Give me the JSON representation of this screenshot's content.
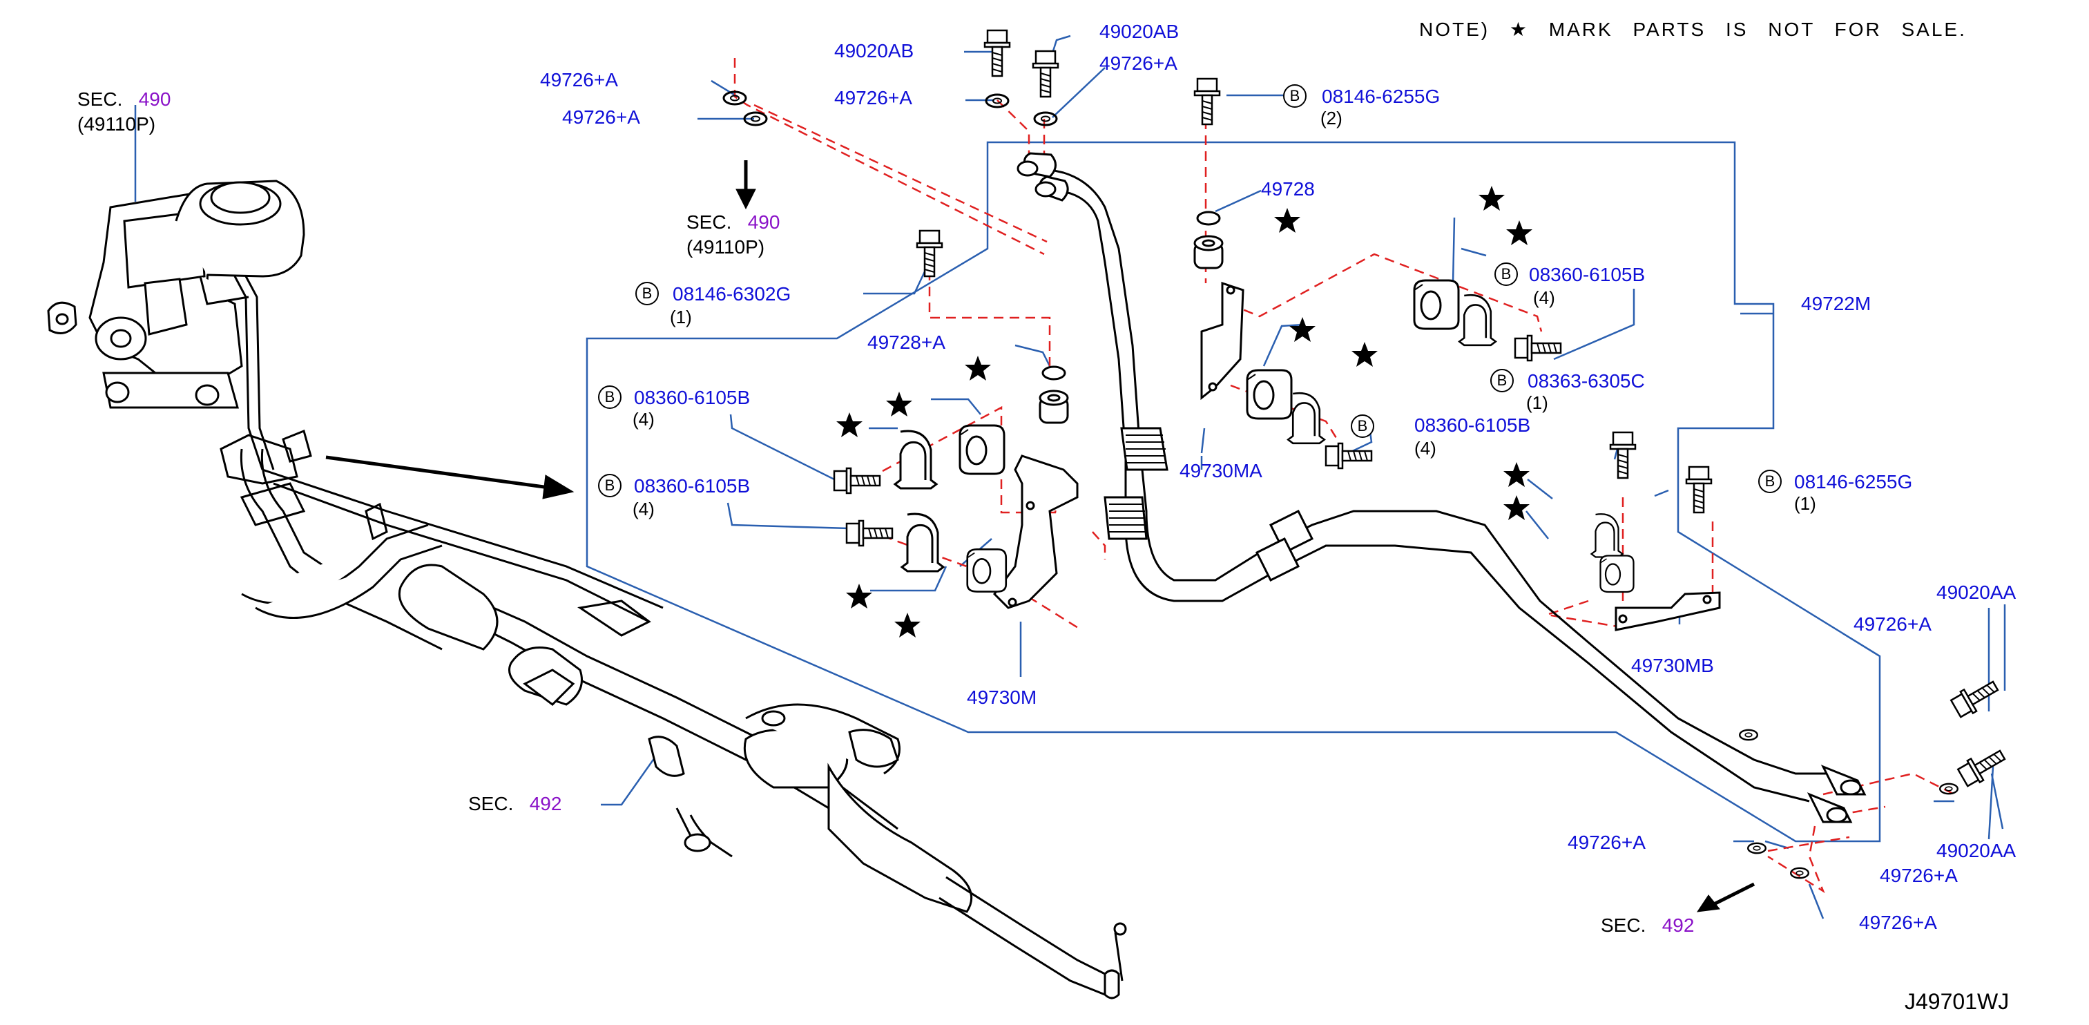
{
  "note": "NOTE) ★ MARK PARTS IS NOT FOR SALE.",
  "diagram_code": "J49701WJ",
  "bolt_symbol": "B",
  "colors": {
    "part_number": "#1010d8",
    "section_number": "#8a12c8",
    "leader": "#2a5fb0",
    "dashed": "#e02020",
    "drawing": "#000000"
  },
  "sections": {
    "sec_490_top": {
      "prefix": "SEC.",
      "number": "490",
      "sub": "(49110P)"
    },
    "sec_490_mid": {
      "prefix": "SEC.",
      "number": "490",
      "sub": "(49110P)"
    },
    "sec_492_left": {
      "prefix": "SEC.",
      "number": "492"
    },
    "sec_492_right": {
      "prefix": "SEC.",
      "number": "492"
    }
  },
  "labels": {
    "p49726a_1": "49726+A",
    "p49726a_2": "49726+A",
    "p49020ab_1": "49020AB",
    "p49726a_3": "49726+A",
    "p49020ab_2": "49020AB",
    "p49726a_4": "49726+A",
    "p08146_6255g_top": "08146-6255G",
    "p08146_6302g": "08146-6302G",
    "p49728": "49728",
    "p49728a": "49728+A",
    "p08360_6105b_1": "08360-6105B",
    "p08360_6105b_2": "08360-6105B",
    "p08360_6105b_3": "08360-6105B",
    "p08360_6105b_4": "08360-6105B",
    "p08363_6305c": "08363-6305C",
    "p08146_6255g_right": "08146-6255G",
    "p49722m": "49722M",
    "p49730ma": "49730MA",
    "p49730m": "49730M",
    "p49730mb": "49730MB",
    "p49020aa_1": "49020AA",
    "p49020aa_2": "49020AA",
    "p49726a_5": "49726+A",
    "p49726a_6": "49726+A",
    "p49726a_7": "49726+A",
    "p49726a_8": "49726+A"
  },
  "quantities": {
    "q_08146_6255g_top": "(2)",
    "q_08146_6302g": "(1)",
    "q_08360_6105b_1": "(4)",
    "q_08360_6105b_2": "(4)",
    "q_08360_6105b_3": "(4)",
    "q_08360_6105b_4": "(4)",
    "q_08363_6305c": "(1)",
    "q_08146_6255g_right": "(1)"
  }
}
